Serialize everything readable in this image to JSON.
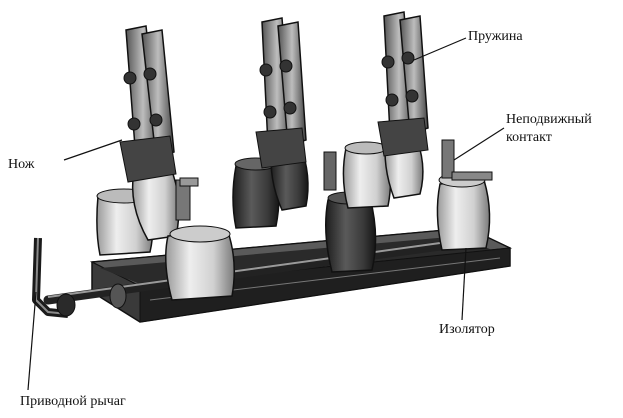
{
  "labels": {
    "knife": "Нож",
    "spring": "Пружина",
    "fixed_contact_line1": "Неподвижный",
    "fixed_contact_line2": "контакт",
    "insulator": "Изолятор",
    "drive_lever": "Приводной рычаг"
  },
  "colors": {
    "ink": "#111111",
    "frame": "#2a2a2a",
    "porcelain_light": "#d8d8d8",
    "porcelain_dark": "#4a4a4a",
    "blade": "#8a8a8a"
  }
}
